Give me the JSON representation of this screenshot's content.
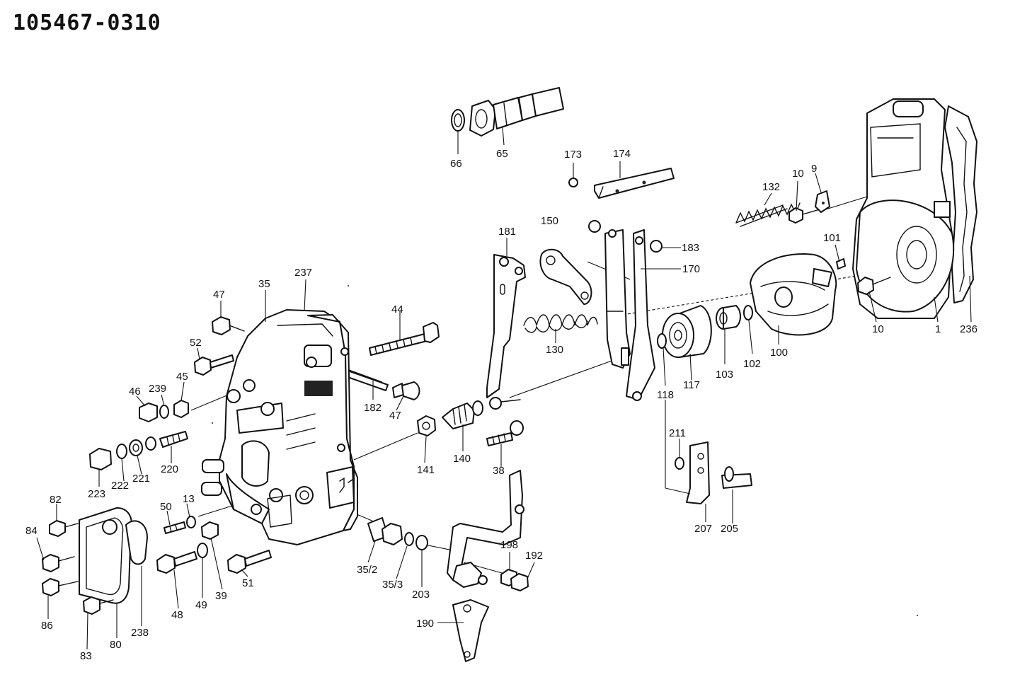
{
  "title": "105467-0310",
  "callouts": {
    "c66": "66",
    "c65": "65",
    "c173": "173",
    "c174": "174",
    "c132": "132",
    "c10a": "10",
    "c9": "9",
    "c101": "101",
    "c10b": "10",
    "c1": "1",
    "c236": "236",
    "c100": "100",
    "c102": "102",
    "c103": "103",
    "c117": "117",
    "c118": "118",
    "c183": "183",
    "c170": "170",
    "c150": "150",
    "c181": "181",
    "c130": "130",
    "c44": "44",
    "c182": "182",
    "c47b": "47",
    "c140": "140",
    "c141": "141",
    "c38": "38",
    "c211": "211",
    "c207": "207",
    "c205": "205",
    "c198": "198",
    "c192": "192",
    "c190": "190",
    "c203": "203",
    "c35_3": "35/3",
    "c35_2": "35/2",
    "c237": "237",
    "c35": "35",
    "c47a": "47",
    "c52": "52",
    "c46": "46",
    "c239": "239",
    "c45": "45",
    "c220": "220",
    "c221": "221",
    "c222": "222",
    "c223": "223",
    "c50": "50",
    "c13": "13",
    "c82": "82",
    "c84": "84",
    "c86": "86",
    "c83": "83",
    "c80": "80",
    "c238": "238",
    "c48": "48",
    "c49": "49",
    "c39": "39",
    "c51": "51"
  }
}
